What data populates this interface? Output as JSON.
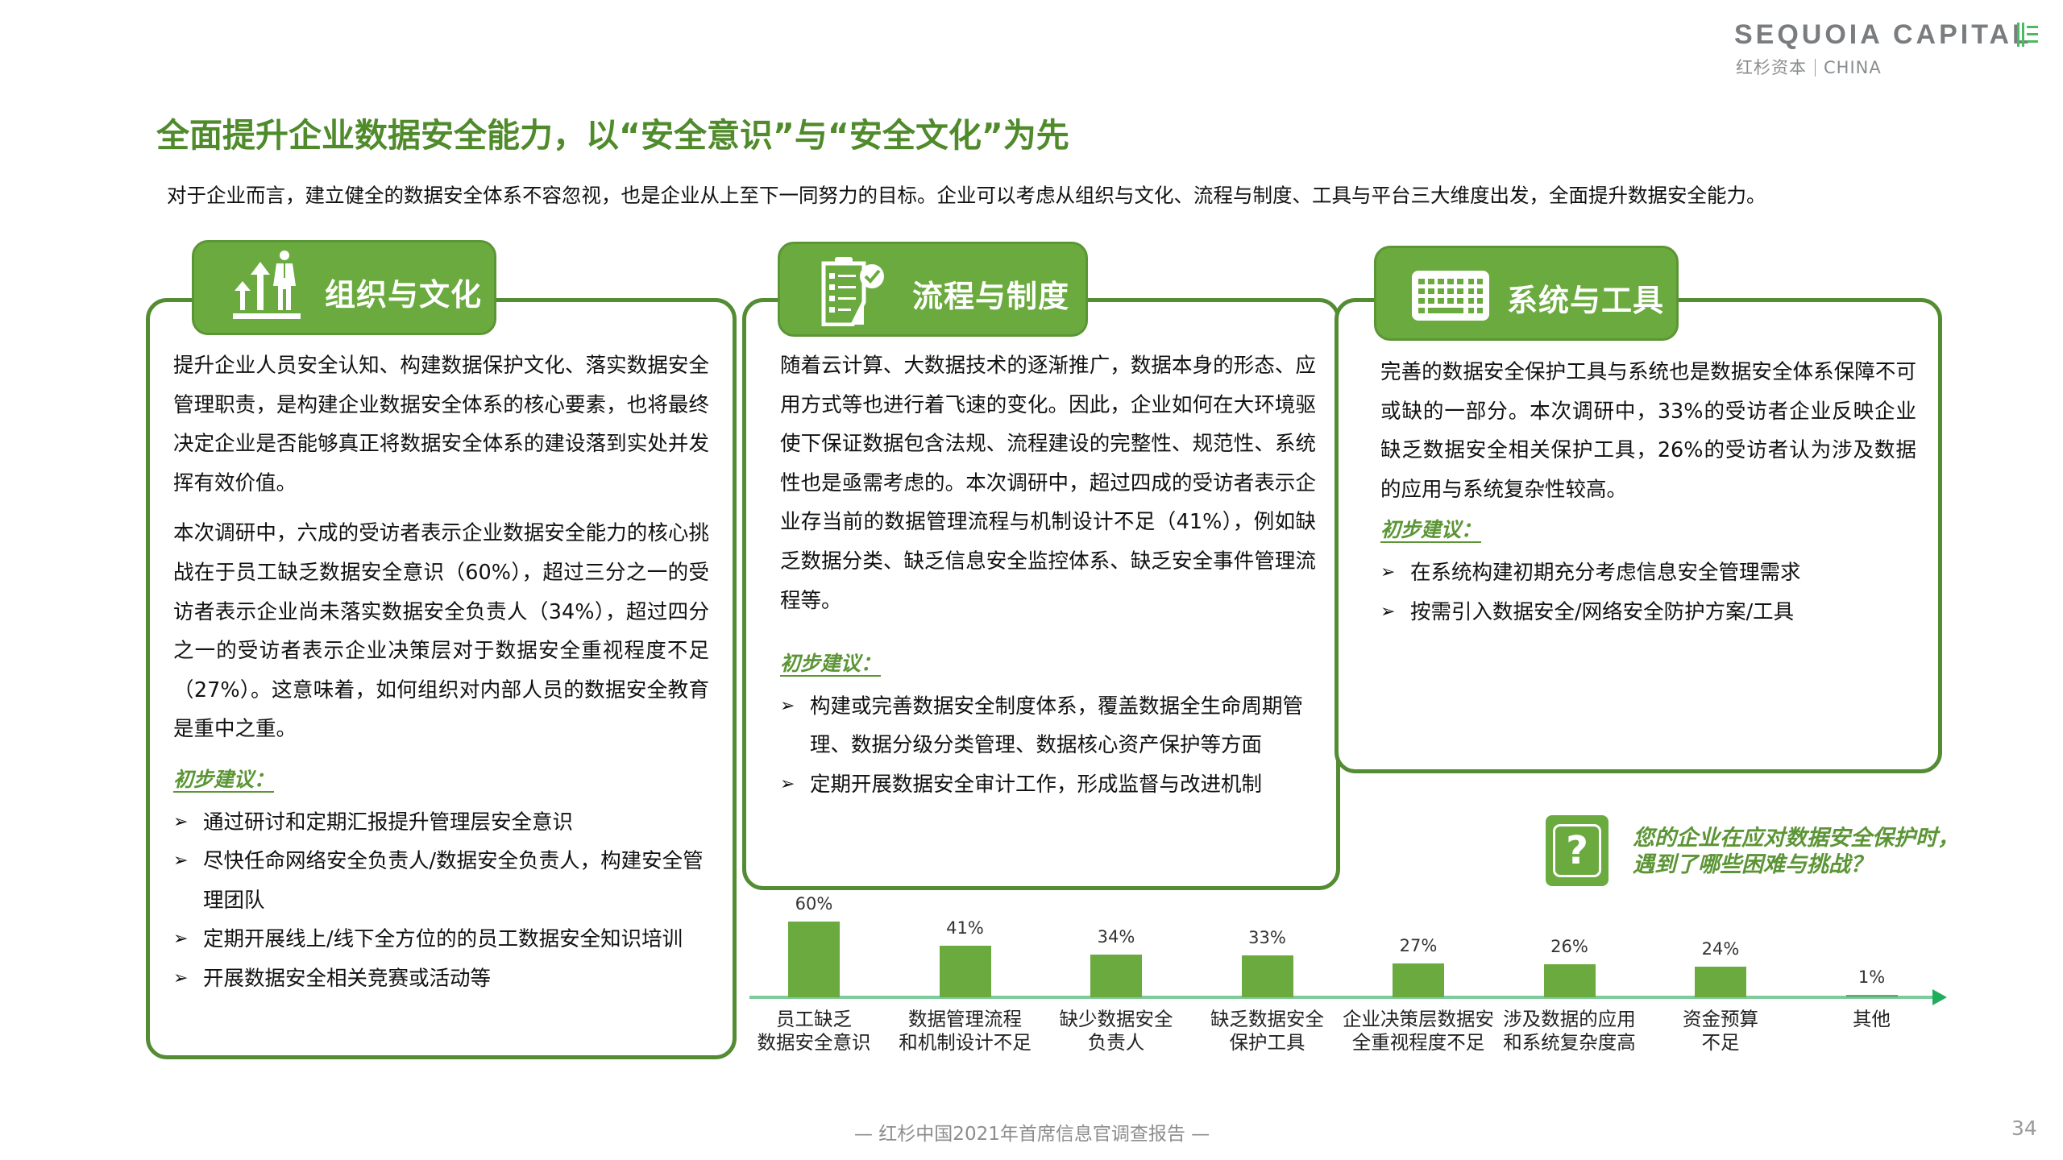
{
  "brand": {
    "name": "SEQUOIA CAPITAL",
    "sub_cn": "红杉资本",
    "sub_en": "CHINA",
    "mark_color": "#4cb963",
    "text_color": "#7a7d80"
  },
  "colors": {
    "primary_green": "#6aaa3f",
    "title_green": "#4f8a2b",
    "border_green": "#548c34",
    "axis_green": "#7ecb9c"
  },
  "title": "全面提升企业数据安全能力，以“安全意识”与“安全文化”为先",
  "intro": "对于企业而言，建立健全的数据安全体系不容忽视，也是企业从上至下一同努力的目标。企业可以考虑从组织与文化、流程与制度、工具与平台三大维度出发，全面提升数据安全能力。",
  "cards": [
    {
      "label": "组织与文化",
      "icon": "growth-arrows-person-icon",
      "paragraphs": [
        "提升企业人员安全认知、构建数据保护文化、落实数据安全管理职责，是构建企业数据安全体系的核心要素，也将最终决定企业是否能够真正将数据安全体系的建设落到实处并发挥有效价值。",
        "本次调研中，六成的受访者表示企业数据安全能力的核心挑战在于员工缺乏数据安全意识（60%），超过三分之一的受访者表示企业尚未落实数据安全负责人（34%），超过四分之一的受访者表示企业决策层对于数据安全重视程度不足（27%）。这意味着，如何组织对内部人员的数据安全教育是重中之重。"
      ],
      "suggestion_heading": "初步建议：",
      "bullet_glyph": "➢",
      "bullets": [
        "通过研讨和定期汇报提升管理层安全意识",
        "尽快任命网络安全负责人/数据安全负责人，构建安全管理团队",
        "定期开展线上/线下全方位的的员工数据安全知识培训",
        "开展数据安全相关竞赛或活动等"
      ]
    },
    {
      "label": "流程与制度",
      "icon": "clipboard-check-icon",
      "paragraphs": [
        "随着云计算、大数据技术的逐渐推广，数据本身的形态、应用方式等也进行着飞速的变化。因此，企业如何在大环境驱使下保证数据包含法规、流程建设的完整性、规范性、系统性也是亟需考虑的。本次调研中，超过四成的受访者表示企业存当前的数据管理流程与机制设计不足（41%），例如缺乏数据分类、缺乏信息安全监控体系、缺乏安全事件管理流程等。"
      ],
      "suggestion_heading": "初步建议：",
      "bullet_glyph": "➢",
      "bullets": [
        "构建或完善数据安全制度体系，覆盖数据全生命周期管理、数据分级分类管理、数据核心资产保护等方面",
        "定期开展数据安全审计工作，形成监督与改进机制"
      ]
    },
    {
      "label": "系统与工具",
      "icon": "keyboard-icon",
      "paragraphs": [
        "完善的数据安全保护工具与系统也是数据安全体系保障不可或缺的一部分。本次调研中，33%的受访者企业反映企业缺乏数据安全相关保护工具，26%的受访者认为涉及数据的应用与系统复杂性较高。"
      ],
      "suggestion_heading": "初步建议：",
      "bullet_glyph": "➢",
      "bullets": [
        "在系统构建初期充分考虑信息安全管理需求",
        "按需引入数据安全/网络安全防护方案/工具"
      ]
    }
  ],
  "question": {
    "icon_glyph": "?",
    "line1": "您的企业在应对数据安全保护时，",
    "line2": "遇到了哪些困难与挑战？"
  },
  "chart_data": {
    "type": "bar",
    "title": "您的企业在应对数据安全保护时，遇到了哪些困难与挑战？",
    "categories": [
      "员工缺乏\n数据安全意识",
      "数据管理流程\n和机制设计不足",
      "缺少数据安全\n负责人",
      "缺乏数据安全\n保护工具",
      "企业决策层数据安\n全重视程度不足",
      "涉及数据的应用\n和系统复杂度高",
      "资金预算\n不足",
      "其他"
    ],
    "values": [
      60,
      41,
      34,
      33,
      27,
      26,
      24,
      1
    ],
    "value_labels": [
      "60%",
      "41%",
      "34%",
      "33%",
      "27%",
      "26%",
      "24%",
      "1%"
    ],
    "unit": "%",
    "xlabel": "",
    "ylabel": "",
    "ylim": [
      0,
      60
    ],
    "grid": false,
    "legend": "none",
    "bar_color": "#6aaa3f"
  },
  "footer": {
    "text": "— 红杉中国2021年首席信息官调查报告 —",
    "page": "34"
  }
}
